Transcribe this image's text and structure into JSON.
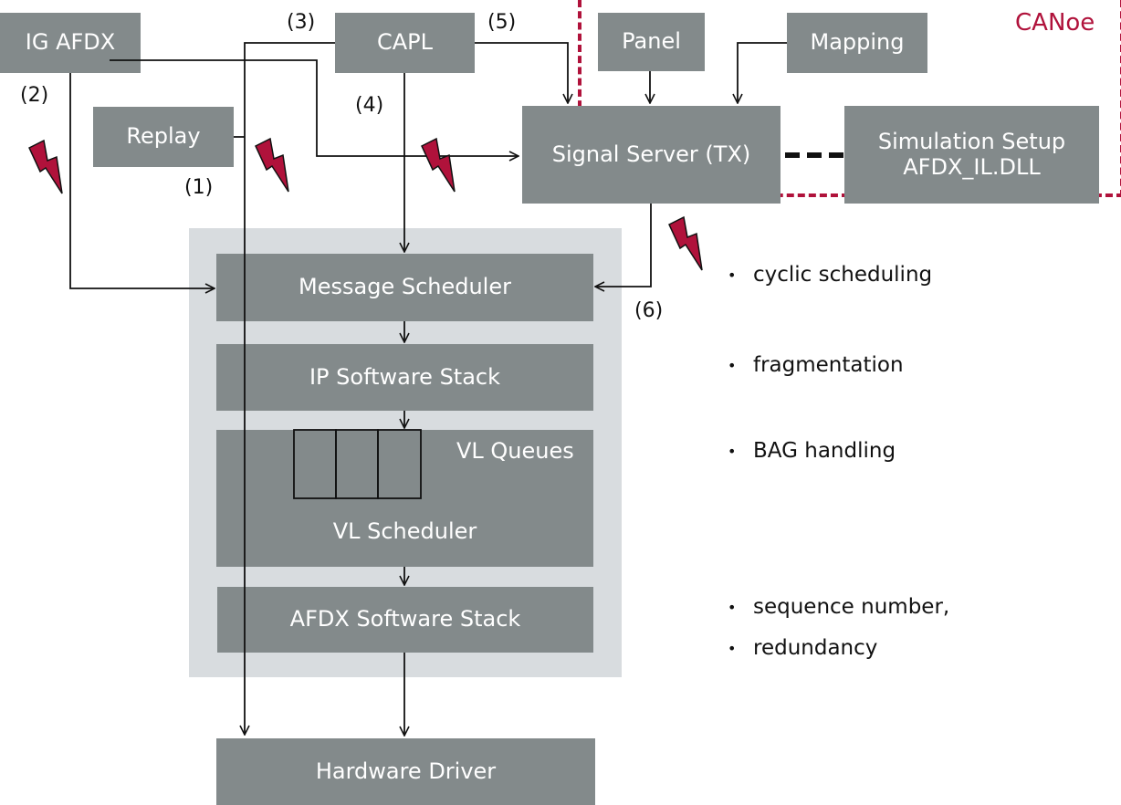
{
  "colors": {
    "box": "#838a8b",
    "group_bg": "#d8dcdf",
    "canoe_accent": "#b0123b",
    "lightning": "#b0123b"
  },
  "boxes": {
    "ig_afdx": "IG AFDX",
    "capl": "CAPL",
    "panel": "Panel",
    "mapping": "Mapping",
    "replay": "Replay",
    "signal_server": "Signal Server (TX)",
    "simulation_setup_line1": "Simulation Setup",
    "simulation_setup_line2": "AFDX_IL.DLL",
    "message_scheduler": "Message Scheduler",
    "ip_stack": "IP Software Stack",
    "vl_queues": "VL Queues",
    "vl_scheduler": "VL Scheduler",
    "afdx_stack": "AFDX Software Stack",
    "hardware_driver": "Hardware Driver"
  },
  "canoe_label": "CANoe",
  "path_labels": {
    "p1": "(1)",
    "p2": "(2)",
    "p3": "(3)",
    "p4": "(4)",
    "p5": "(5)",
    "p6": "(6)"
  },
  "notes": [
    "cyclic scheduling",
    "fragmentation",
    "BAG handling",
    "sequence number,",
    "redundancy"
  ],
  "icons": [
    "lightning-icon"
  ]
}
